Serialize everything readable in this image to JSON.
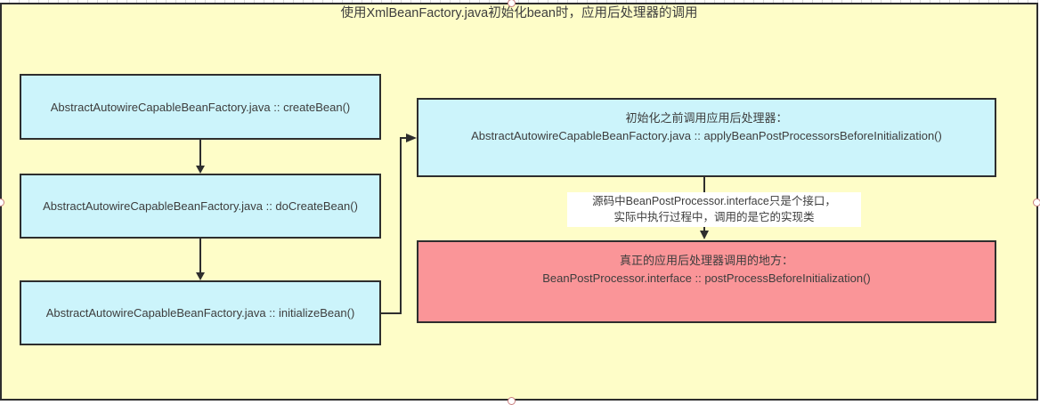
{
  "title": "使用XmlBeanFactory.java初始化bean时，应用后处理器的调用",
  "colors": {
    "canvas_bg": "#FEFDC8",
    "node_cyan": "#CCF4FB",
    "node_red": "#FA9598",
    "line": "#2E2E2E",
    "handle_stroke": "#C97F7F",
    "text": "#3D3D3D"
  },
  "left_flow": {
    "boxes": [
      {
        "label": "AbstractAutowireCapableBeanFactory.java :: createBean()"
      },
      {
        "label": "AbstractAutowireCapableBeanFactory.java :: doCreateBean()"
      },
      {
        "label": "AbstractAutowireCapableBeanFactory.java :: initializeBean()"
      }
    ]
  },
  "right_flow": {
    "before_init_box": {
      "line1": "初始化之前调用应用后处理器：",
      "line2": "AbstractAutowireCapableBeanFactory.java :: applyBeanPostProcessorsBeforeInitialization()"
    },
    "real_call_box": {
      "line1": "真正的应用后处理器调用的地方：",
      "line2": "BeanPostProcessor.interface :: postProcessBeforeInitialization()"
    },
    "edge_label": {
      "line1": "源码中BeanPostProcessor.interface只是个接口，",
      "line2": "实际中执行过程中，调用的是它的实现类"
    }
  }
}
